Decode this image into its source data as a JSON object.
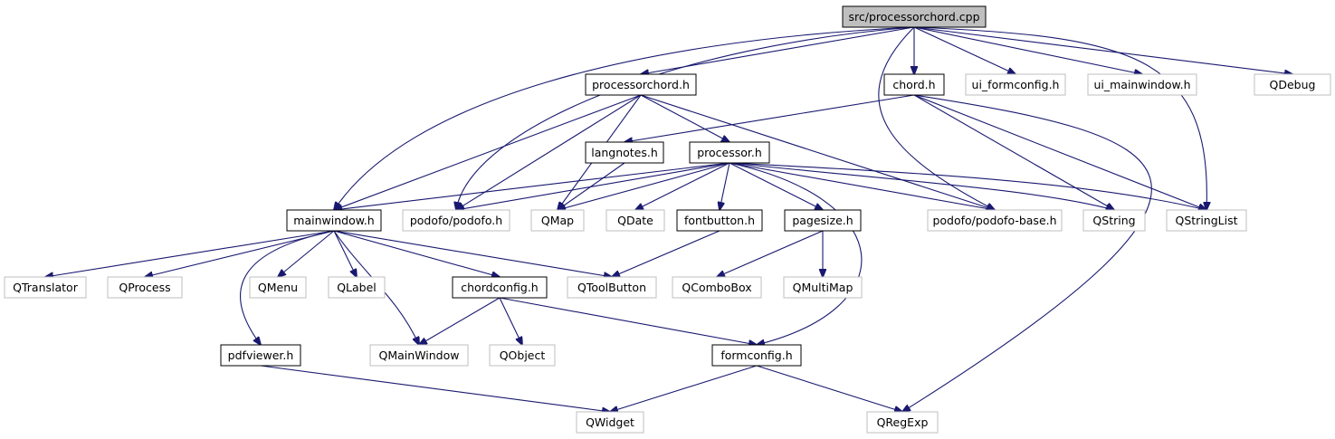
{
  "colors": {
    "edge": "#191970",
    "root_fill": "#bfbfbf",
    "root_stroke": "#000000",
    "local_stroke": "#000000",
    "external_stroke": "#bfbfbf",
    "node_fill": "#ffffff",
    "text": "#000000"
  },
  "nodes": [
    {
      "id": "root",
      "label": "src/processorchord.cpp",
      "kind": "root"
    },
    {
      "id": "processorchord_h",
      "label": "processorchord.h",
      "kind": "local"
    },
    {
      "id": "chord_h",
      "label": "chord.h",
      "kind": "local"
    },
    {
      "id": "ui_formconfig_h",
      "label": "ui_formconfig.h",
      "kind": "external"
    },
    {
      "id": "ui_mainwindow_h",
      "label": "ui_mainwindow.h",
      "kind": "external"
    },
    {
      "id": "qdebug",
      "label": "QDebug",
      "kind": "external"
    },
    {
      "id": "langnotes_h",
      "label": "langnotes.h",
      "kind": "local"
    },
    {
      "id": "processor_h",
      "label": "processor.h",
      "kind": "local"
    },
    {
      "id": "mainwindow_h",
      "label": "mainwindow.h",
      "kind": "local"
    },
    {
      "id": "podofo_h",
      "label": "podofo/podofo.h",
      "kind": "external"
    },
    {
      "id": "qmap",
      "label": "QMap",
      "kind": "external"
    },
    {
      "id": "qdate",
      "label": "QDate",
      "kind": "external"
    },
    {
      "id": "fontbutton_h",
      "label": "fontbutton.h",
      "kind": "local"
    },
    {
      "id": "pagesize_h",
      "label": "pagesize.h",
      "kind": "local"
    },
    {
      "id": "podofo_base_h",
      "label": "podofo/podofo-base.h",
      "kind": "external"
    },
    {
      "id": "qstring",
      "label": "QString",
      "kind": "external"
    },
    {
      "id": "qstringlist",
      "label": "QStringList",
      "kind": "external"
    },
    {
      "id": "qtranslator",
      "label": "QTranslator",
      "kind": "external"
    },
    {
      "id": "qprocess",
      "label": "QProcess",
      "kind": "external"
    },
    {
      "id": "qmenu",
      "label": "QMenu",
      "kind": "external"
    },
    {
      "id": "qlabel",
      "label": "QLabel",
      "kind": "external"
    },
    {
      "id": "chordconfig_h",
      "label": "chordconfig.h",
      "kind": "local"
    },
    {
      "id": "qtoolbutton",
      "label": "QToolButton",
      "kind": "external"
    },
    {
      "id": "qcombobox",
      "label": "QComboBox",
      "kind": "external"
    },
    {
      "id": "qmultimap",
      "label": "QMultiMap",
      "kind": "external"
    },
    {
      "id": "pdfviewer_h",
      "label": "pdfviewer.h",
      "kind": "local"
    },
    {
      "id": "qmainwindow",
      "label": "QMainWindow",
      "kind": "external"
    },
    {
      "id": "qobject",
      "label": "QObject",
      "kind": "external"
    },
    {
      "id": "formconfig_h",
      "label": "formconfig.h",
      "kind": "local"
    },
    {
      "id": "qwidget",
      "label": "QWidget",
      "kind": "external"
    },
    {
      "id": "qregexp",
      "label": "QRegExp",
      "kind": "external"
    }
  ],
  "edges": [
    {
      "from": "root",
      "to": "processorchord_h"
    },
    {
      "from": "root",
      "to": "chord_h"
    },
    {
      "from": "root",
      "to": "ui_formconfig_h"
    },
    {
      "from": "root",
      "to": "ui_mainwindow_h"
    },
    {
      "from": "root",
      "to": "qdebug"
    },
    {
      "from": "root",
      "to": "mainwindow_h"
    },
    {
      "from": "root",
      "to": "podofo_h"
    },
    {
      "from": "root",
      "to": "podofo_base_h"
    },
    {
      "from": "root",
      "to": "qstringlist"
    },
    {
      "from": "processorchord_h",
      "to": "processor_h"
    },
    {
      "from": "processorchord_h",
      "to": "mainwindow_h"
    },
    {
      "from": "processorchord_h",
      "to": "podofo_h"
    },
    {
      "from": "processorchord_h",
      "to": "qmap"
    },
    {
      "from": "processorchord_h",
      "to": "podofo_base_h"
    },
    {
      "from": "chord_h",
      "to": "langnotes_h"
    },
    {
      "from": "chord_h",
      "to": "qstring"
    },
    {
      "from": "chord_h",
      "to": "qstringlist"
    },
    {
      "from": "chord_h",
      "to": "qregexp"
    },
    {
      "from": "langnotes_h",
      "to": "qmap"
    },
    {
      "from": "processor_h",
      "to": "mainwindow_h"
    },
    {
      "from": "processor_h",
      "to": "podofo_h"
    },
    {
      "from": "processor_h",
      "to": "qmap"
    },
    {
      "from": "processor_h",
      "to": "qdate"
    },
    {
      "from": "processor_h",
      "to": "fontbutton_h"
    },
    {
      "from": "processor_h",
      "to": "pagesize_h"
    },
    {
      "from": "processor_h",
      "to": "podofo_base_h"
    },
    {
      "from": "processor_h",
      "to": "qstring"
    },
    {
      "from": "processor_h",
      "to": "qstringlist"
    },
    {
      "from": "processor_h",
      "to": "formconfig_h"
    },
    {
      "from": "mainwindow_h",
      "to": "qtranslator"
    },
    {
      "from": "mainwindow_h",
      "to": "qprocess"
    },
    {
      "from": "mainwindow_h",
      "to": "qmenu"
    },
    {
      "from": "mainwindow_h",
      "to": "qlabel"
    },
    {
      "from": "mainwindow_h",
      "to": "chordconfig_h"
    },
    {
      "from": "mainwindow_h",
      "to": "qtoolbutton"
    },
    {
      "from": "mainwindow_h",
      "to": "pdfviewer_h"
    },
    {
      "from": "mainwindow_h",
      "to": "qmainwindow"
    },
    {
      "from": "fontbutton_h",
      "to": "qtoolbutton"
    },
    {
      "from": "pagesize_h",
      "to": "qcombobox"
    },
    {
      "from": "pagesize_h",
      "to": "qmultimap"
    },
    {
      "from": "chordconfig_h",
      "to": "qmainwindow"
    },
    {
      "from": "chordconfig_h",
      "to": "qobject"
    },
    {
      "from": "chordconfig_h",
      "to": "formconfig_h"
    },
    {
      "from": "pdfviewer_h",
      "to": "qwidget"
    },
    {
      "from": "formconfig_h",
      "to": "qwidget"
    },
    {
      "from": "formconfig_h",
      "to": "qregexp"
    }
  ]
}
